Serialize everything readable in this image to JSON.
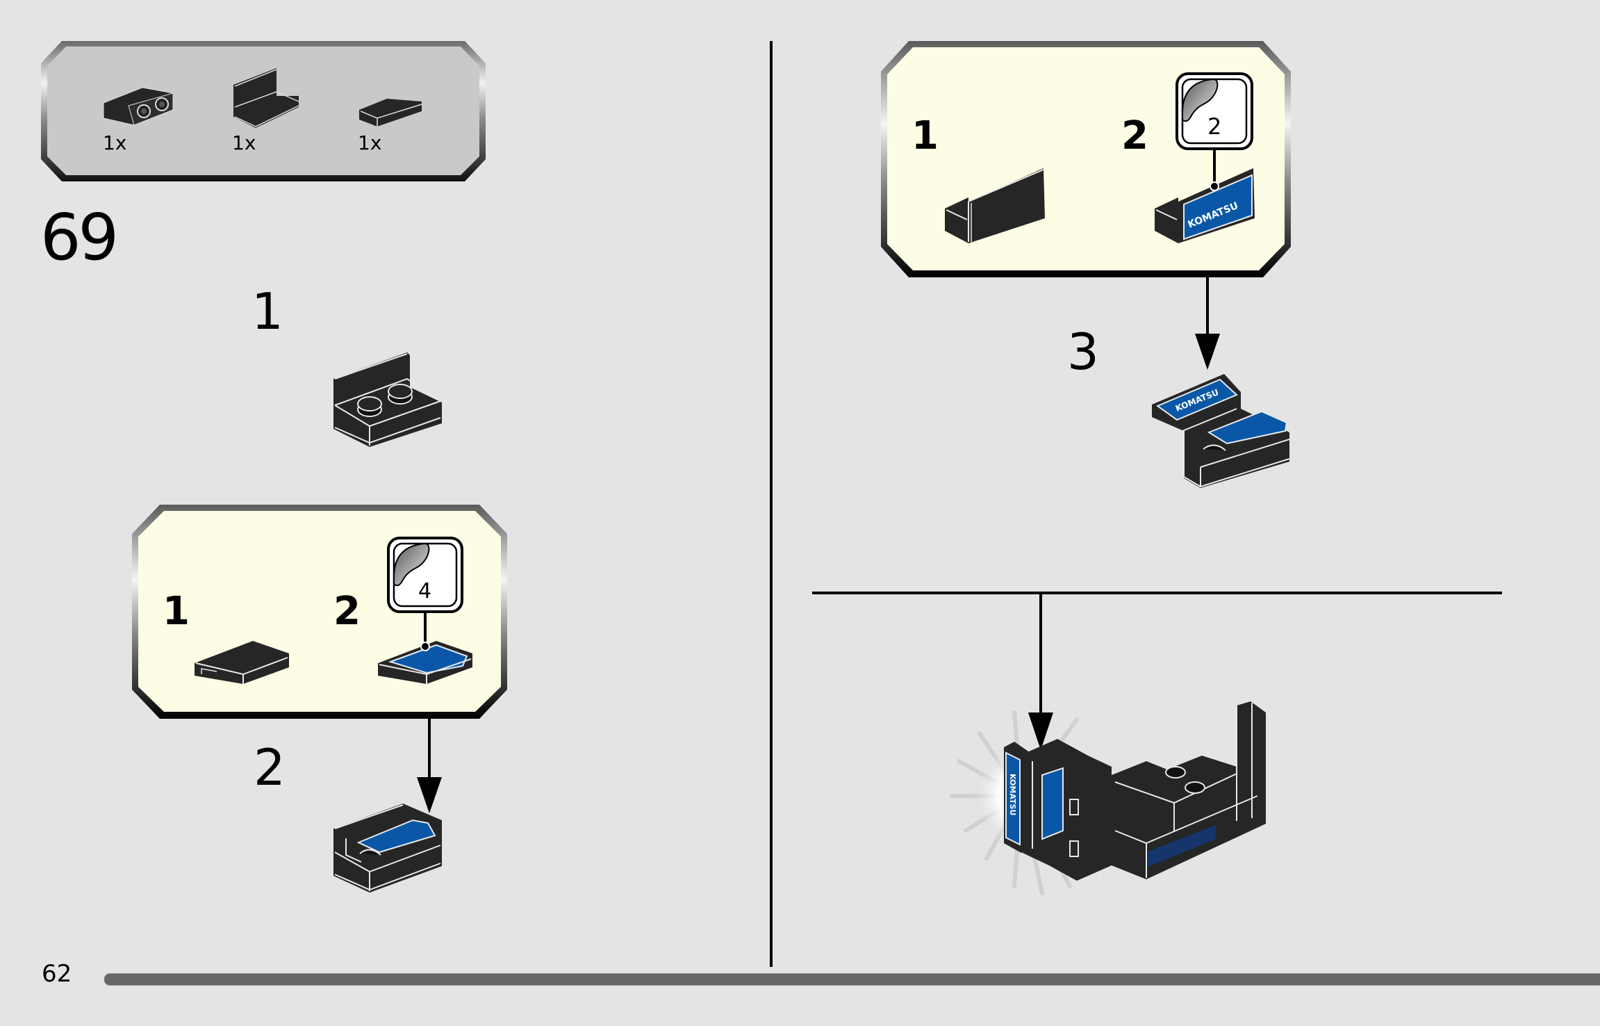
{
  "page": {
    "number": "62",
    "step_number": "69",
    "colors": {
      "background": "#e4e4e4",
      "parts_box_fill": "#c9c9c9",
      "sub_box_fill": "#fdfde6",
      "brick_black": "#262626",
      "sticker_blue": "#0a57a8",
      "progress_bar": "#666666"
    }
  },
  "parts_list": {
    "items": [
      {
        "part": "bracket-1x2-2x2-inverted",
        "color": "black",
        "quantity": "1x"
      },
      {
        "part": "panel-1x2x1",
        "color": "black",
        "quantity": "1x"
      },
      {
        "part": "wedge-tile-2x1",
        "color": "black",
        "quantity": "1x"
      }
    ]
  },
  "left_column": {
    "substeps": [
      {
        "label": "1",
        "part": "bracket-1x2-2x2-inverted"
      },
      {
        "label": "2",
        "part": "bracket-with-stickered-tile"
      }
    ],
    "subassembly": {
      "steps": [
        {
          "label": "1",
          "part": "wedge-tile-2x1"
        },
        {
          "label": "2",
          "part": "wedge-tile-2x1-with-sticker"
        }
      ],
      "sticker_number": "4"
    }
  },
  "right_column": {
    "subassembly": {
      "steps": [
        {
          "label": "1",
          "part": "panel-1x2x1"
        },
        {
          "label": "2",
          "part": "panel-1x2x1-with-sticker"
        }
      ],
      "sticker_number": "2",
      "sticker_text": "KOMATSU"
    },
    "substep": {
      "label": "3",
      "part": "combined-subassembly"
    },
    "final_assembly": {
      "sticker_text": "KOMATSU"
    }
  },
  "progress": {
    "fraction": 0.93
  }
}
